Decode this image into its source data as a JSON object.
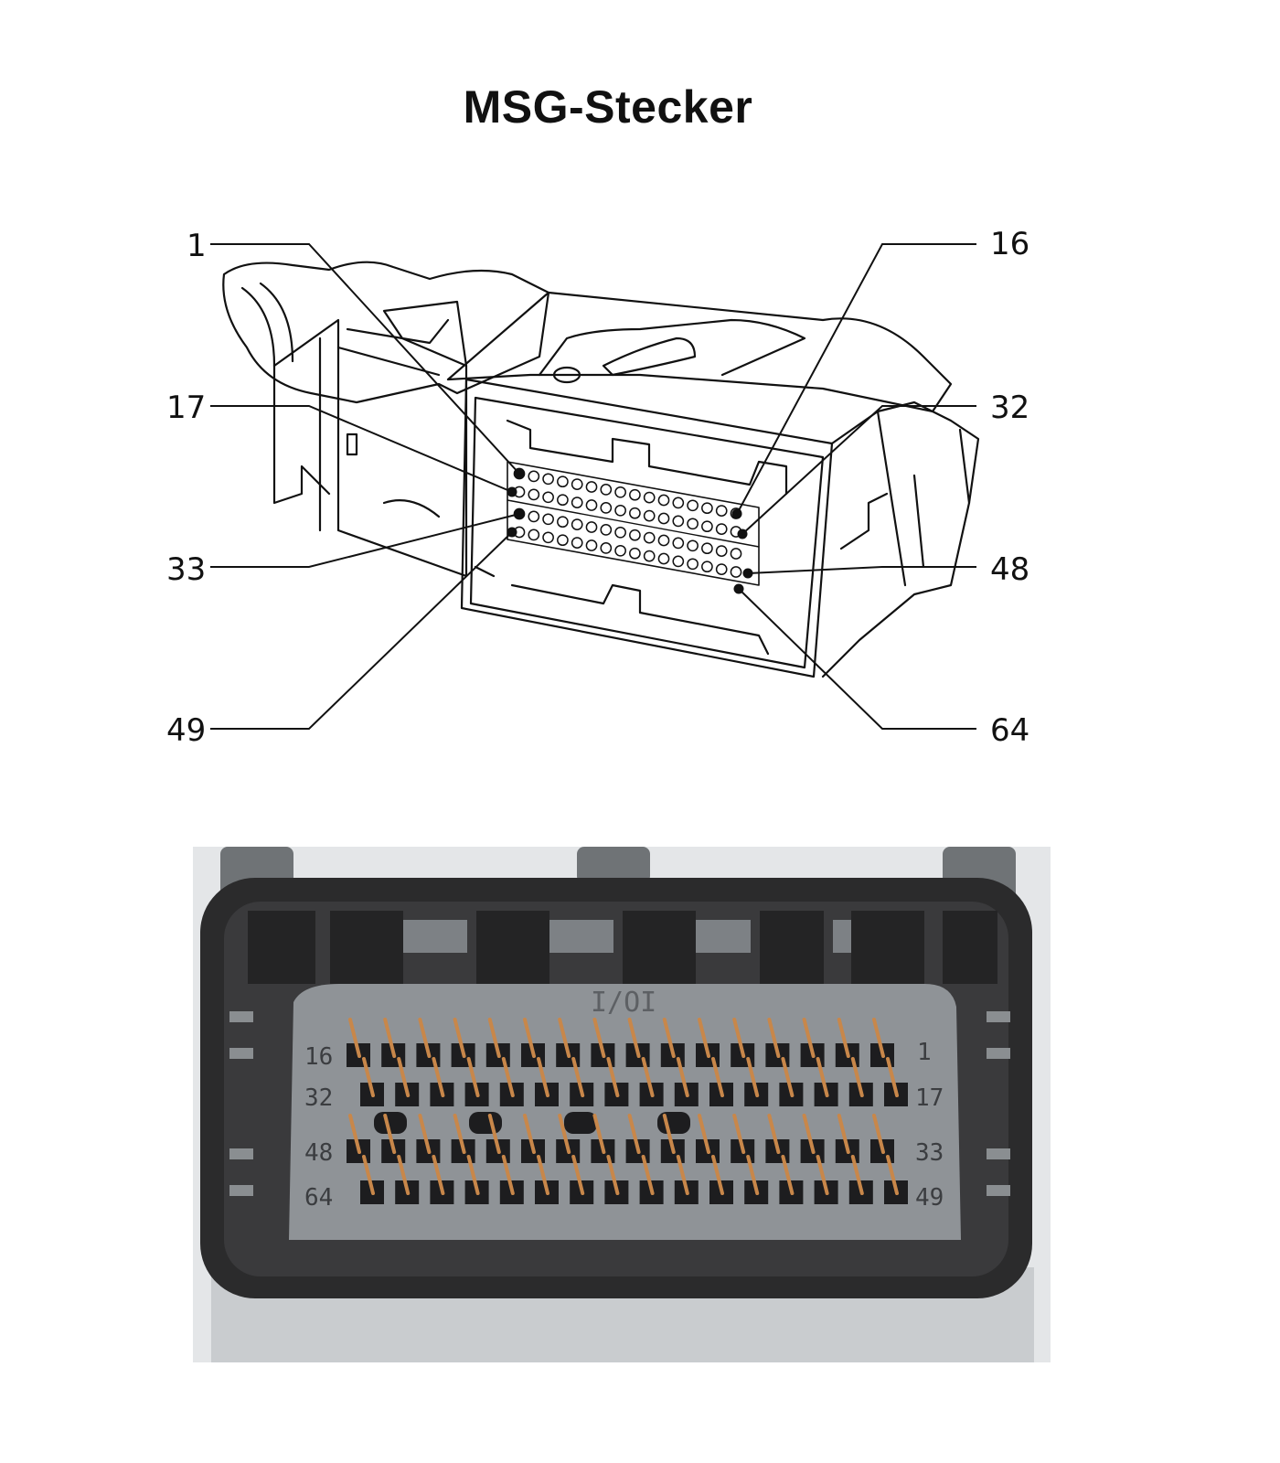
{
  "title": "MSG-Stecker",
  "drawing": {
    "callouts": [
      {
        "label": "1",
        "side": "left"
      },
      {
        "label": "16",
        "side": "right"
      },
      {
        "label": "17",
        "side": "left"
      },
      {
        "label": "32",
        "side": "right"
      },
      {
        "label": "33",
        "side": "left"
      },
      {
        "label": "48",
        "side": "right"
      },
      {
        "label": "49",
        "side": "left"
      },
      {
        "label": "64",
        "side": "right"
      }
    ]
  },
  "photo": {
    "housing_marking": "I/OI",
    "row_labels_left": [
      "16",
      "32",
      "48",
      "64"
    ],
    "row_labels_right": [
      "1",
      "17",
      "33",
      "49"
    ],
    "pins_per_row": 16,
    "colors": {
      "housing": "#2b2b2c",
      "face": "#8f9397",
      "pin": "#c8874a",
      "block": "#1d1d1f"
    }
  }
}
